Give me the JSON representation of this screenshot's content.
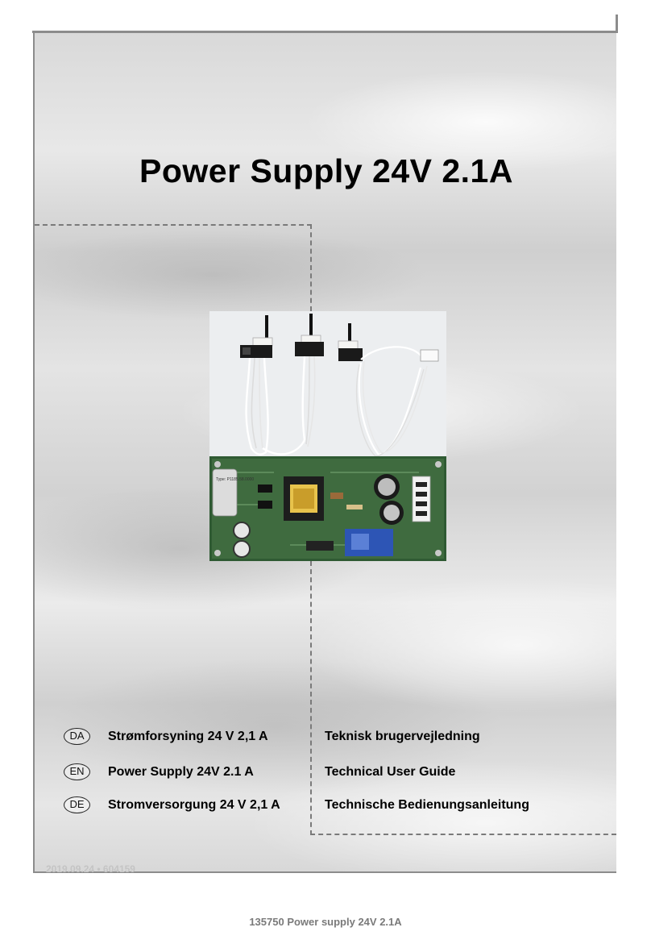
{
  "cover": {
    "title": "Power Supply 24V 2.1A"
  },
  "languages": [
    {
      "code": "DA",
      "product": "Strømforsyning 24 V 2,1 A",
      "guide": "Teknisk brugervejledning"
    },
    {
      "code": "EN",
      "product": "Power Supply 24V 2.1 A",
      "guide": "Technical User Guide"
    },
    {
      "code": "DE",
      "product": "Stromversorgung 24 V 2,1 A",
      "guide": "Technische Bedienungsanleitung"
    }
  ],
  "meta": {
    "doc_code": "2019.09.24 • 604159"
  },
  "footer": {
    "title": "135750 Power supply 24V 2.1A"
  },
  "photo": {
    "pcb_label": "Type: P1185.58.0000"
  },
  "colors": {
    "page_background": "#ffffff",
    "frame_line": "#8c8c8c",
    "dash_line": "#7a7a7a",
    "pcb_green": "#3f6b3f",
    "meta_text": "#c4c4c4",
    "footer_text": "#7a7a7a"
  }
}
